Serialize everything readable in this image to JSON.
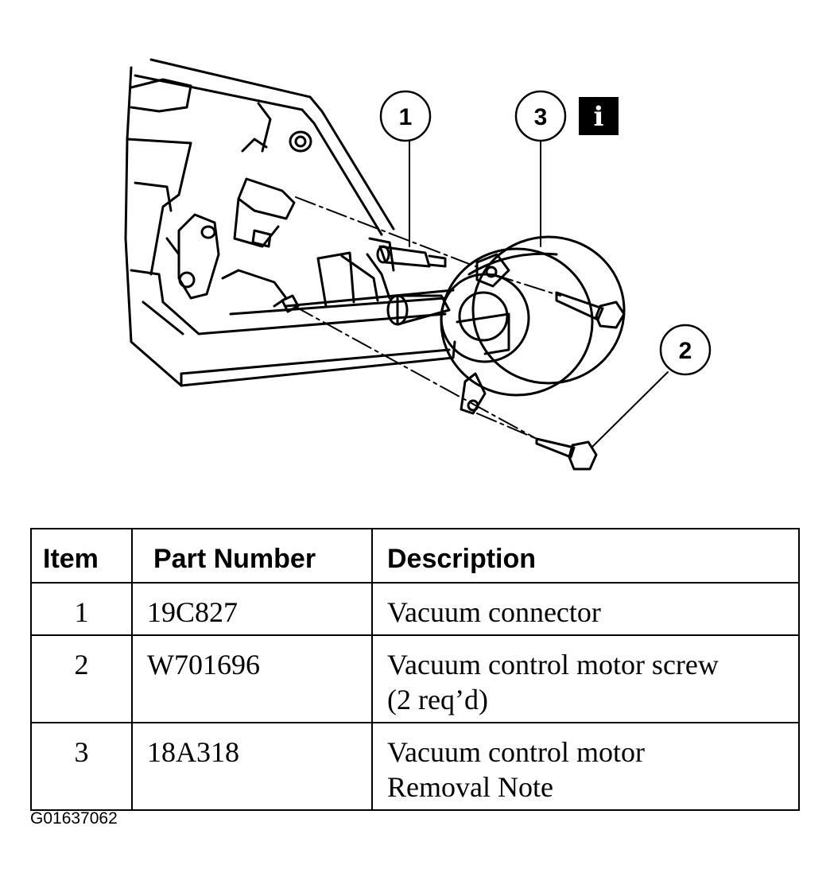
{
  "callouts": {
    "c1": "1",
    "c2": "2",
    "c3": "3",
    "info_badge": "i"
  },
  "table": {
    "headers": {
      "item": "Item",
      "part_number": "Part Number",
      "description": "Description"
    },
    "rows": [
      {
        "item": "1",
        "part_number": "19C827",
        "description": [
          "Vacuum connector"
        ]
      },
      {
        "item": "2",
        "part_number": "W701696",
        "description": [
          "Vacuum control motor screw",
          "(2 req’d)"
        ]
      },
      {
        "item": "3",
        "part_number": "18A318",
        "description": [
          "Vacuum control motor",
          "Removal Note"
        ]
      }
    ]
  },
  "figure_id": "G01637062"
}
